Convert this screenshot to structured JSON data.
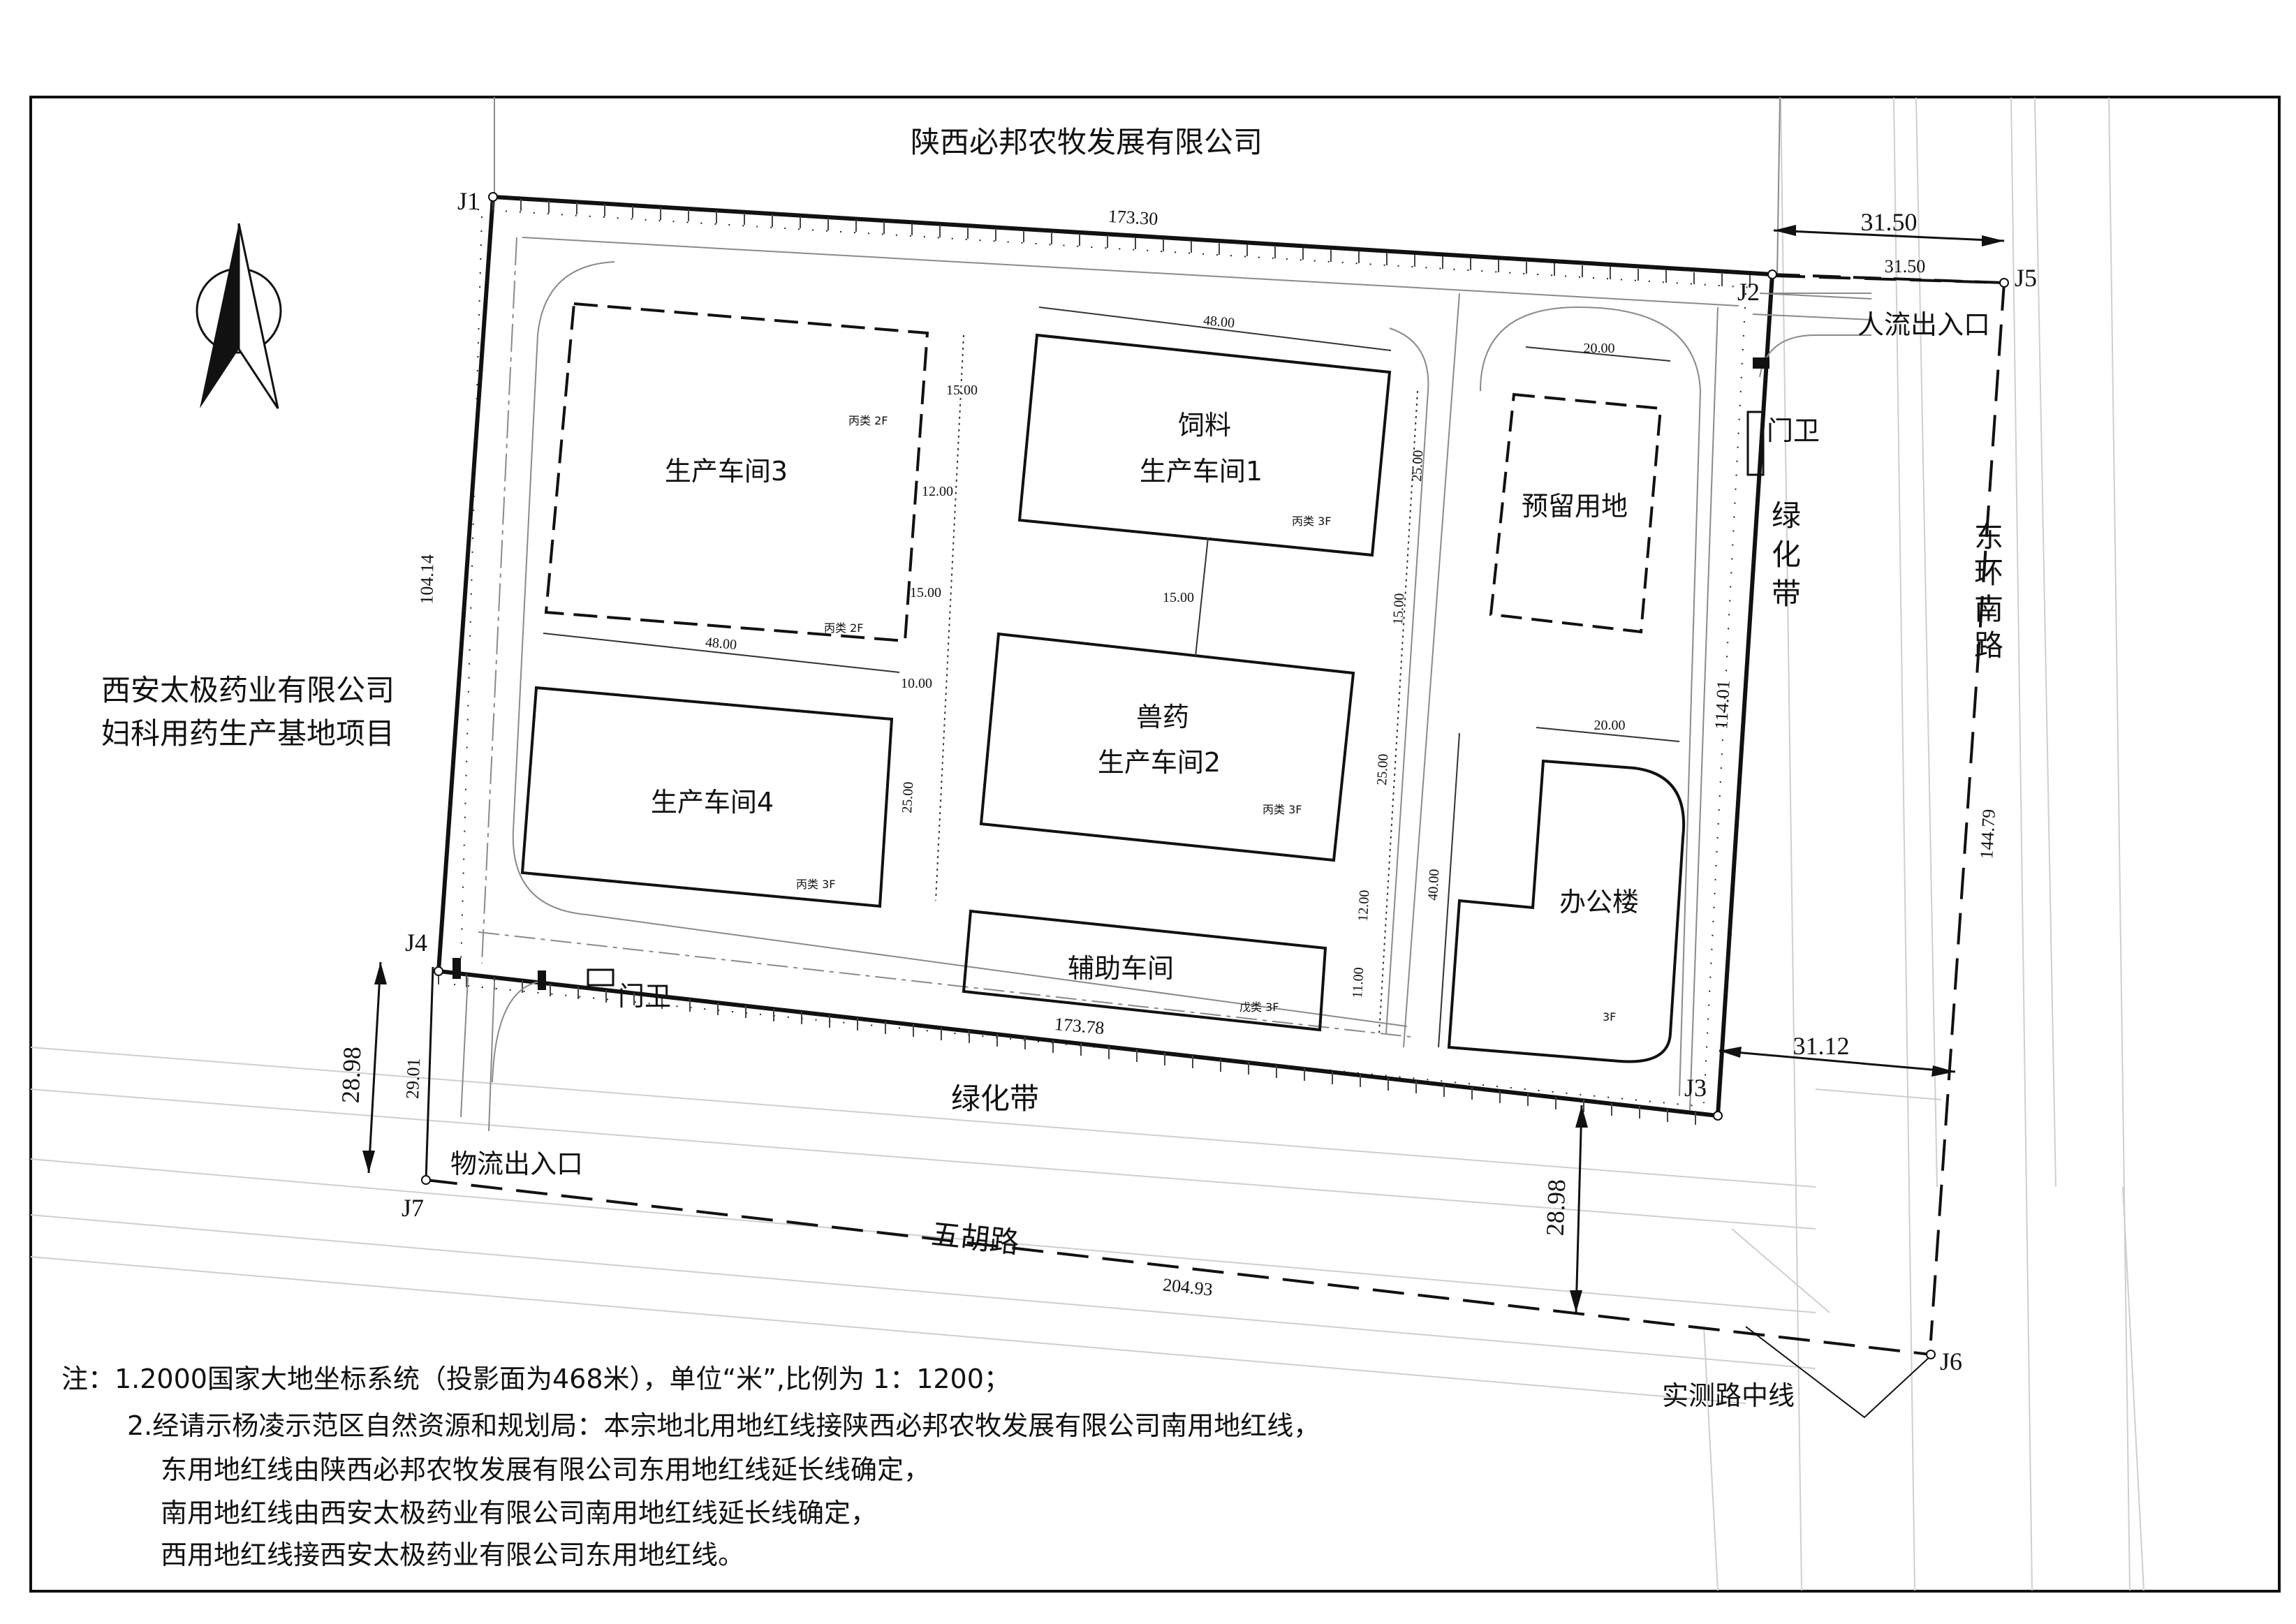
{
  "neighbors": {
    "north": "陕西必邦农牧发展有限公司",
    "west_line1": "西安太极药业有限公司",
    "west_line2": "妇科用药生产基地项目"
  },
  "points": {
    "j1": "J1",
    "j2": "J2",
    "j3": "J3",
    "j4": "J4",
    "j5": "J5",
    "j6": "J6",
    "j7": "J7"
  },
  "buildings": {
    "b3": {
      "name": "生产车间3",
      "tag_top": "丙类  2F",
      "tag_bottom": "丙类  2F"
    },
    "b1": {
      "name_line1": "饲料",
      "name_line2": "生产车间1",
      "tag": "丙类  3F"
    },
    "b4": {
      "name": "生产车间4",
      "tag": "丙类  3F"
    },
    "b2": {
      "name_line1": "兽药",
      "name_line2": "生产车间2",
      "tag": "丙类  3F"
    },
    "aux": {
      "name": "辅助车间",
      "tag": "戊类  3F"
    },
    "reserve": {
      "name": "预留用地"
    },
    "office": {
      "name": "办公楼",
      "tag": "3F"
    }
  },
  "labels": {
    "gate_east": "门卫",
    "gate_south": "门卫",
    "green_east": "绿化带",
    "green_south": "绿化带",
    "road_east": "东环南路",
    "road_south": "五胡路",
    "entry_people": "人流出入口",
    "entry_logistics": "物流出入口",
    "centerline": "实测路中线"
  },
  "dims": {
    "north": "173.30",
    "south": "173.78",
    "west": "104.14",
    "east": "114.01",
    "j2j5_big": "31.50",
    "j2j5_small": "31.50",
    "j3_east": "31.12",
    "j6_east": "144.79",
    "j7j6": "204.93",
    "j4j7_big": "28.98",
    "j4j7_small": "29.01",
    "j3_south": "28.98",
    "b1_width": "48.00",
    "b4_width": "48.00",
    "reserve_width": "20.00",
    "office_width": "20.00",
    "d15a": "15.00",
    "d12a": "12.00",
    "d15b": "15.00",
    "d10": "10.00",
    "d25a": "25.00",
    "d25b": "25.00",
    "d15c": "15.00",
    "d15d": "15.00",
    "d25c": "25.00",
    "d12b": "12.00",
    "d11": "11.00",
    "d40": "40.00"
  },
  "notes": {
    "line1": "注：1.2000国家大地坐标系统（投影面为468米），单位“米”,比例为 1：1200；",
    "line2": "2.经请示杨凌示范区自然资源和规划局：本宗地北用地红线接陕西必邦农牧发展有限公司南用地红线，",
    "line3": "东用地红线由陕西必邦农牧发展有限公司东用地红线延长线确定，",
    "line4": "南用地红线由西安太极药业有限公司南用地红线延长线确定，",
    "line5": "西用地红线接西安太极药业有限公司东用地红线。"
  }
}
